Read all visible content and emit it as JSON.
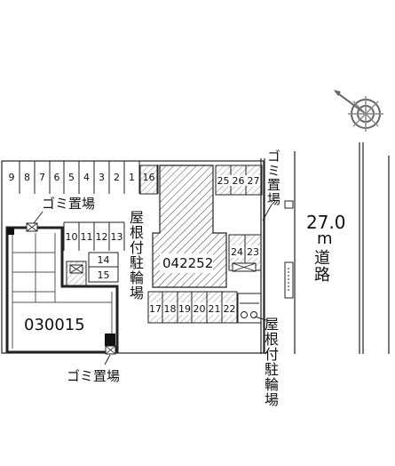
{
  "labels": {
    "garbage_top": "ゴミ置場",
    "garbage_bottom": "ゴミ置場",
    "garbage_right": "ゴミ置場",
    "bike_left": "屋根付駐輪場",
    "bike_right": "屋根付駐輪場",
    "road_width": "27.0",
    "road_unit": "m",
    "road_label": "道路"
  },
  "buildings": {
    "b1": "030015",
    "b2": "042252"
  },
  "parking": {
    "top_row": [
      "9",
      "8",
      "7",
      "6",
      "5",
      "4",
      "3",
      "2",
      "1",
      "16"
    ],
    "middle_row": [
      "10",
      "11",
      "12",
      "13"
    ],
    "s14": "14",
    "s15": "15",
    "bottom_row": [
      "17",
      "18",
      "19",
      "20",
      "21",
      "22"
    ],
    "right_pair": [
      "24",
      "23"
    ],
    "right_top": [
      "25",
      "26",
      "27"
    ]
  },
  "icons": {
    "compass": "compass-rose-icon",
    "trash": "garbage-box-icon"
  }
}
